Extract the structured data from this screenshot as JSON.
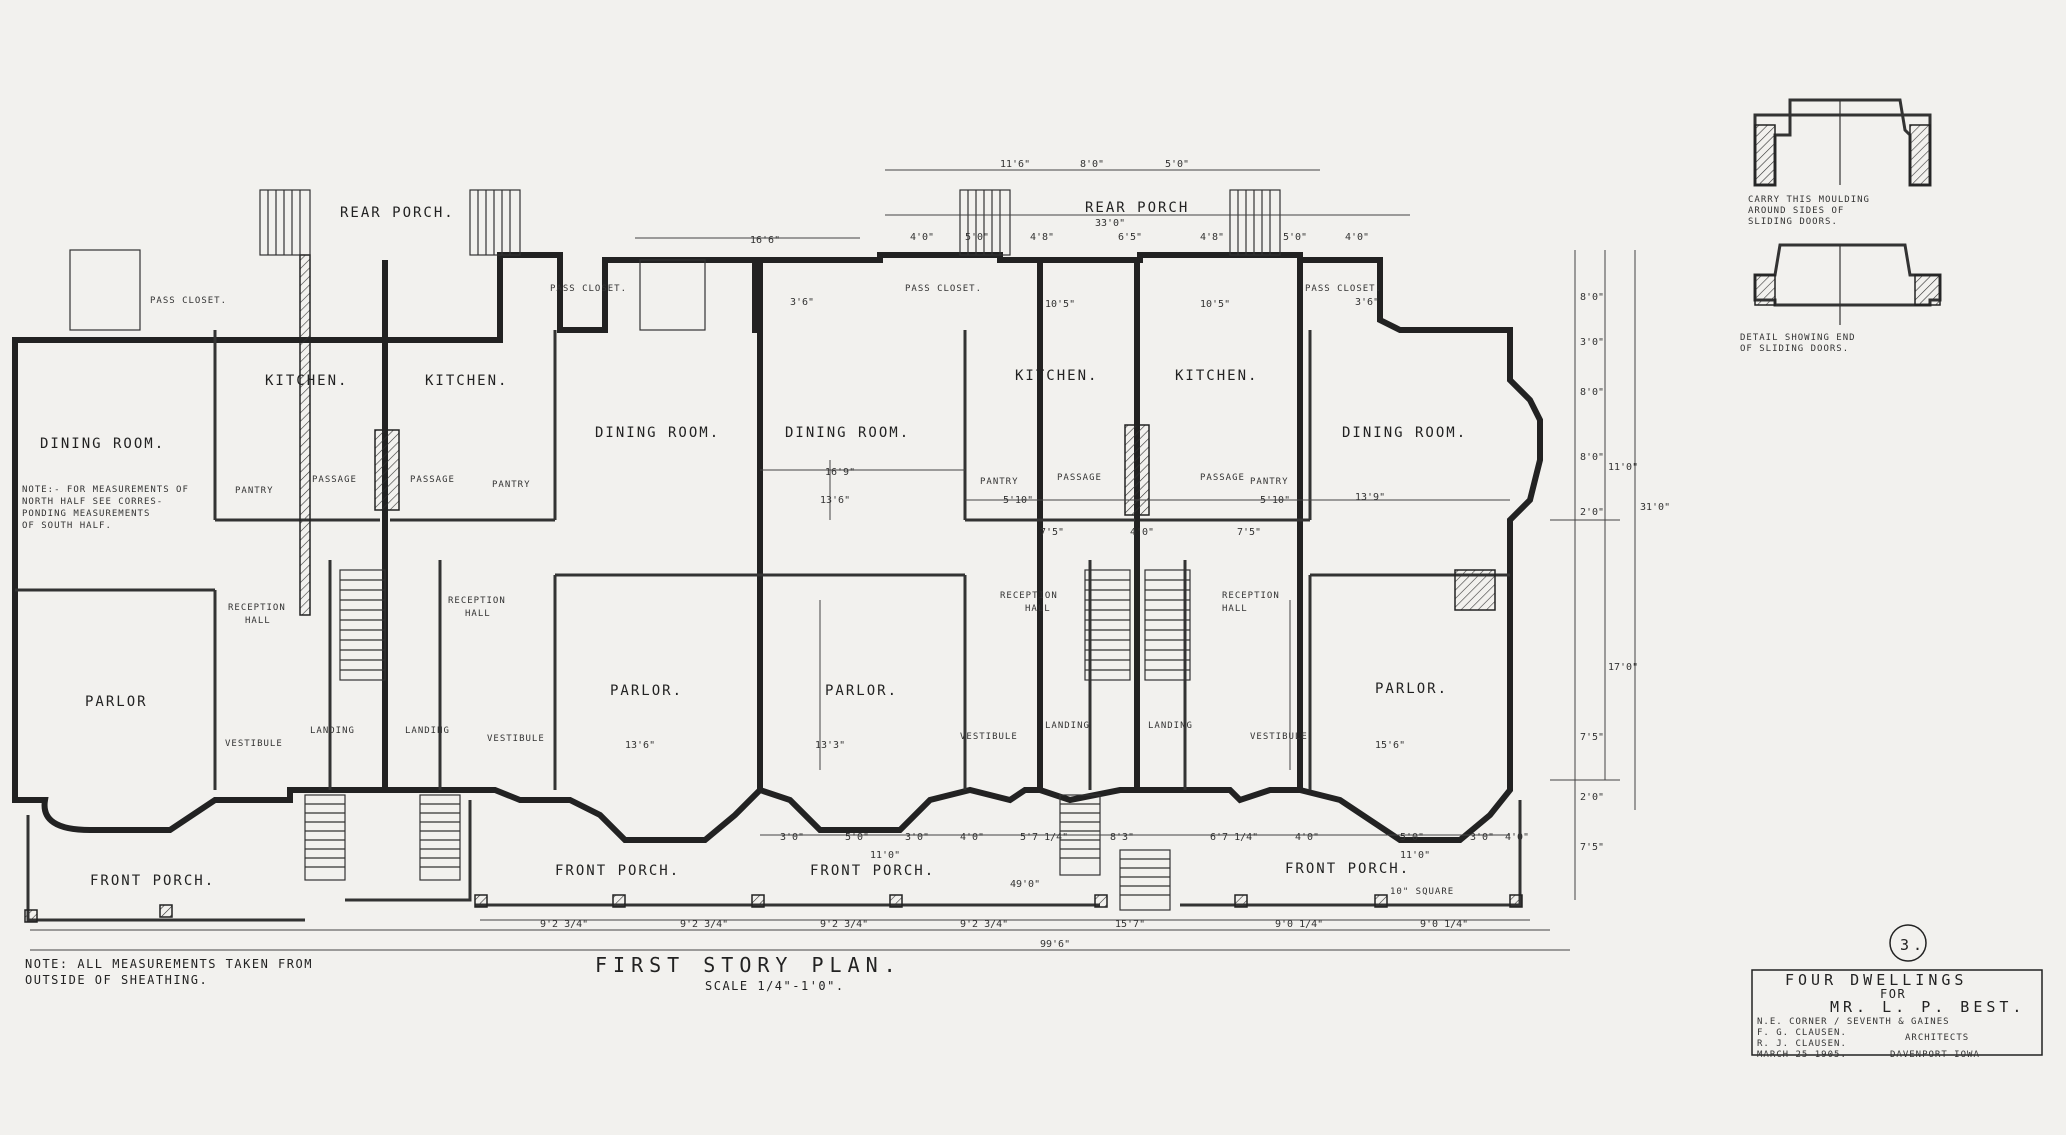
{
  "plan": {
    "title": "FIRST STORY PLAN.",
    "scale": "SCALE 1/4\"-1'0\".",
    "note_bottom_line1": "NOTE: ALL MEASUREMENTS TAKEN FROM",
    "note_bottom_line2": "OUTSIDE OF SHEATHING.",
    "note_left_line1": "NOTE:- FOR MEASUREMENTS OF",
    "note_left_line2": "NORTH HALF SEE CORRES-",
    "note_left_line3": "PONDING MEASUREMENTS",
    "note_left_line4": "OF SOUTH HALF."
  },
  "rooms": {
    "rear_porch_left": "REAR PORCH.",
    "rear_porch_right": "REAR PORCH",
    "kitchen_1": "KITCHEN.",
    "kitchen_2": "KITCHEN.",
    "kitchen_3": "KITCHEN.",
    "kitchen_4": "KITCHEN.",
    "dining_1": "DINING ROOM.",
    "dining_2": "DINING ROOM.",
    "dining_3": "DINING ROOM.",
    "dining_4": "DINING ROOM.",
    "reception_1a": "RECEPTION",
    "reception_1b": "HALL",
    "reception_2a": "RECEPTION",
    "reception_2b": "HALL",
    "reception_3a": "RECEPTION",
    "reception_3b": "HALL",
    "reception_4a": "RECEPTION",
    "reception_4b": "HALL",
    "parlor_1": "PARLOR",
    "parlor_2": "PARLOR.",
    "parlor_3": "PARLOR.",
    "parlor_4": "PARLOR.",
    "landing_1": "LANDING",
    "landing_2": "LANDING",
    "landing_3": "LANDING",
    "landing_4": "LANDING",
    "vestibule_1": "VESTIBULE",
    "vestibule_2": "VESTIBULE",
    "vestibule_3": "VESTIBULE",
    "vestibule_4": "VESTIBULE",
    "front_porch_1": "FRONT PORCH.",
    "front_porch_2": "FRONT PORCH.",
    "front_porch_3": "FRONT PORCH.",
    "front_porch_4": "FRONT PORCH.",
    "pantry_1": "PANTRY",
    "pantry_2": "PANTRY",
    "pantry_3": "PANTRY",
    "pantry_4": "PANTRY",
    "passage_1": "PASSAGE",
    "passage_2": "PASSAGE",
    "passage_3": "PASSAGE",
    "passage_4": "PASSAGE",
    "pass_closet_1": "PASS CLOSET.",
    "pass_closet_2": "PASS CLOSET.",
    "pass_closet_3": "PASS CLOSET.",
    "pass_closet_4": "PASS CLOSET."
  },
  "dims": {
    "top_1": "11'6\"",
    "top_2": "8'0\"",
    "top_3": "5'0\"",
    "top_4": "33'0\"",
    "top_5": "16'6\"",
    "top_6": "4'0\"",
    "top_7": "5'0\"",
    "top_8": "4'8\"",
    "top_9": "6'5\"",
    "top_10": "4'8\"",
    "top_11": "5'0\"",
    "top_12": "4'0\"",
    "k1": "10'5\"",
    "k2": "10'5\"",
    "k3": "3'6\"",
    "k4": "3'6\"",
    "d1": "13'6\"",
    "d2": "13'9\"",
    "d3": "16'9\"",
    "p1": "13'3\"",
    "p2": "13'6\"",
    "p3": "15'6\"",
    "mid_1": "5'10\"",
    "mid_2": "5'10\"",
    "mid_3": "7'5\"",
    "mid_4": "4'0\"",
    "mid_5": "7'5\"",
    "b1": "3'0\"",
    "b2": "5'0\"",
    "b3": "3'0\"",
    "b4": "4'0\"",
    "b5": "5'7 1/4\"",
    "b6": "8'3\"",
    "b7": "6'7 1/4\"",
    "b8": "4'0\"",
    "b9": "5'0\"",
    "b10": "3'0\"",
    "b11": "4'0\"",
    "b12": "11'0\"",
    "b13": "11'0\"",
    "bay1": "49'0\"",
    "o1": "9'2 3/4\"",
    "o2": "9'2 3/4\"",
    "o3": "9'2 3/4\"",
    "o4": "9'2 3/4\"",
    "o5": "15'7\"",
    "o6": "9'0 1/4\"",
    "o7": "9'0 1/4\"",
    "overall": "99'6\"",
    "r1": "8'0\"",
    "r2": "3'0\"",
    "r3": "8'0\"",
    "r4": "8'0\"",
    "r5": "2'0\"",
    "r6": "11'0\"",
    "r7": "31'0\"",
    "r8": "17'0\"",
    "r9": "7'5\"",
    "r10": "2'0\"",
    "r11": "7'5\"",
    "col1": "10\" SQUARE"
  },
  "details": {
    "detail1_line1": "CARRY THIS MOULDING",
    "detail1_line2": "AROUND SIDES OF",
    "detail1_line3": "SLIDING DOORS.",
    "detail2_line1": "DETAIL SHOWING END",
    "detail2_line2": "OF SLIDING DOORS."
  },
  "title_block": {
    "sheet_number": "3.",
    "line1": "FOUR DWELLINGS",
    "line2": "FOR",
    "line3": "MR. L. P. BEST.",
    "line4": "N.E. CORNER / SEVENTH & GAINES",
    "line5": "F. G. CLAUSEN.",
    "line6": "R. J. CLAUSEN.",
    "line7": "ARCHITECTS",
    "line8": "MARCH 25 1905.",
    "line9": "DAVENPORT IOWA"
  }
}
